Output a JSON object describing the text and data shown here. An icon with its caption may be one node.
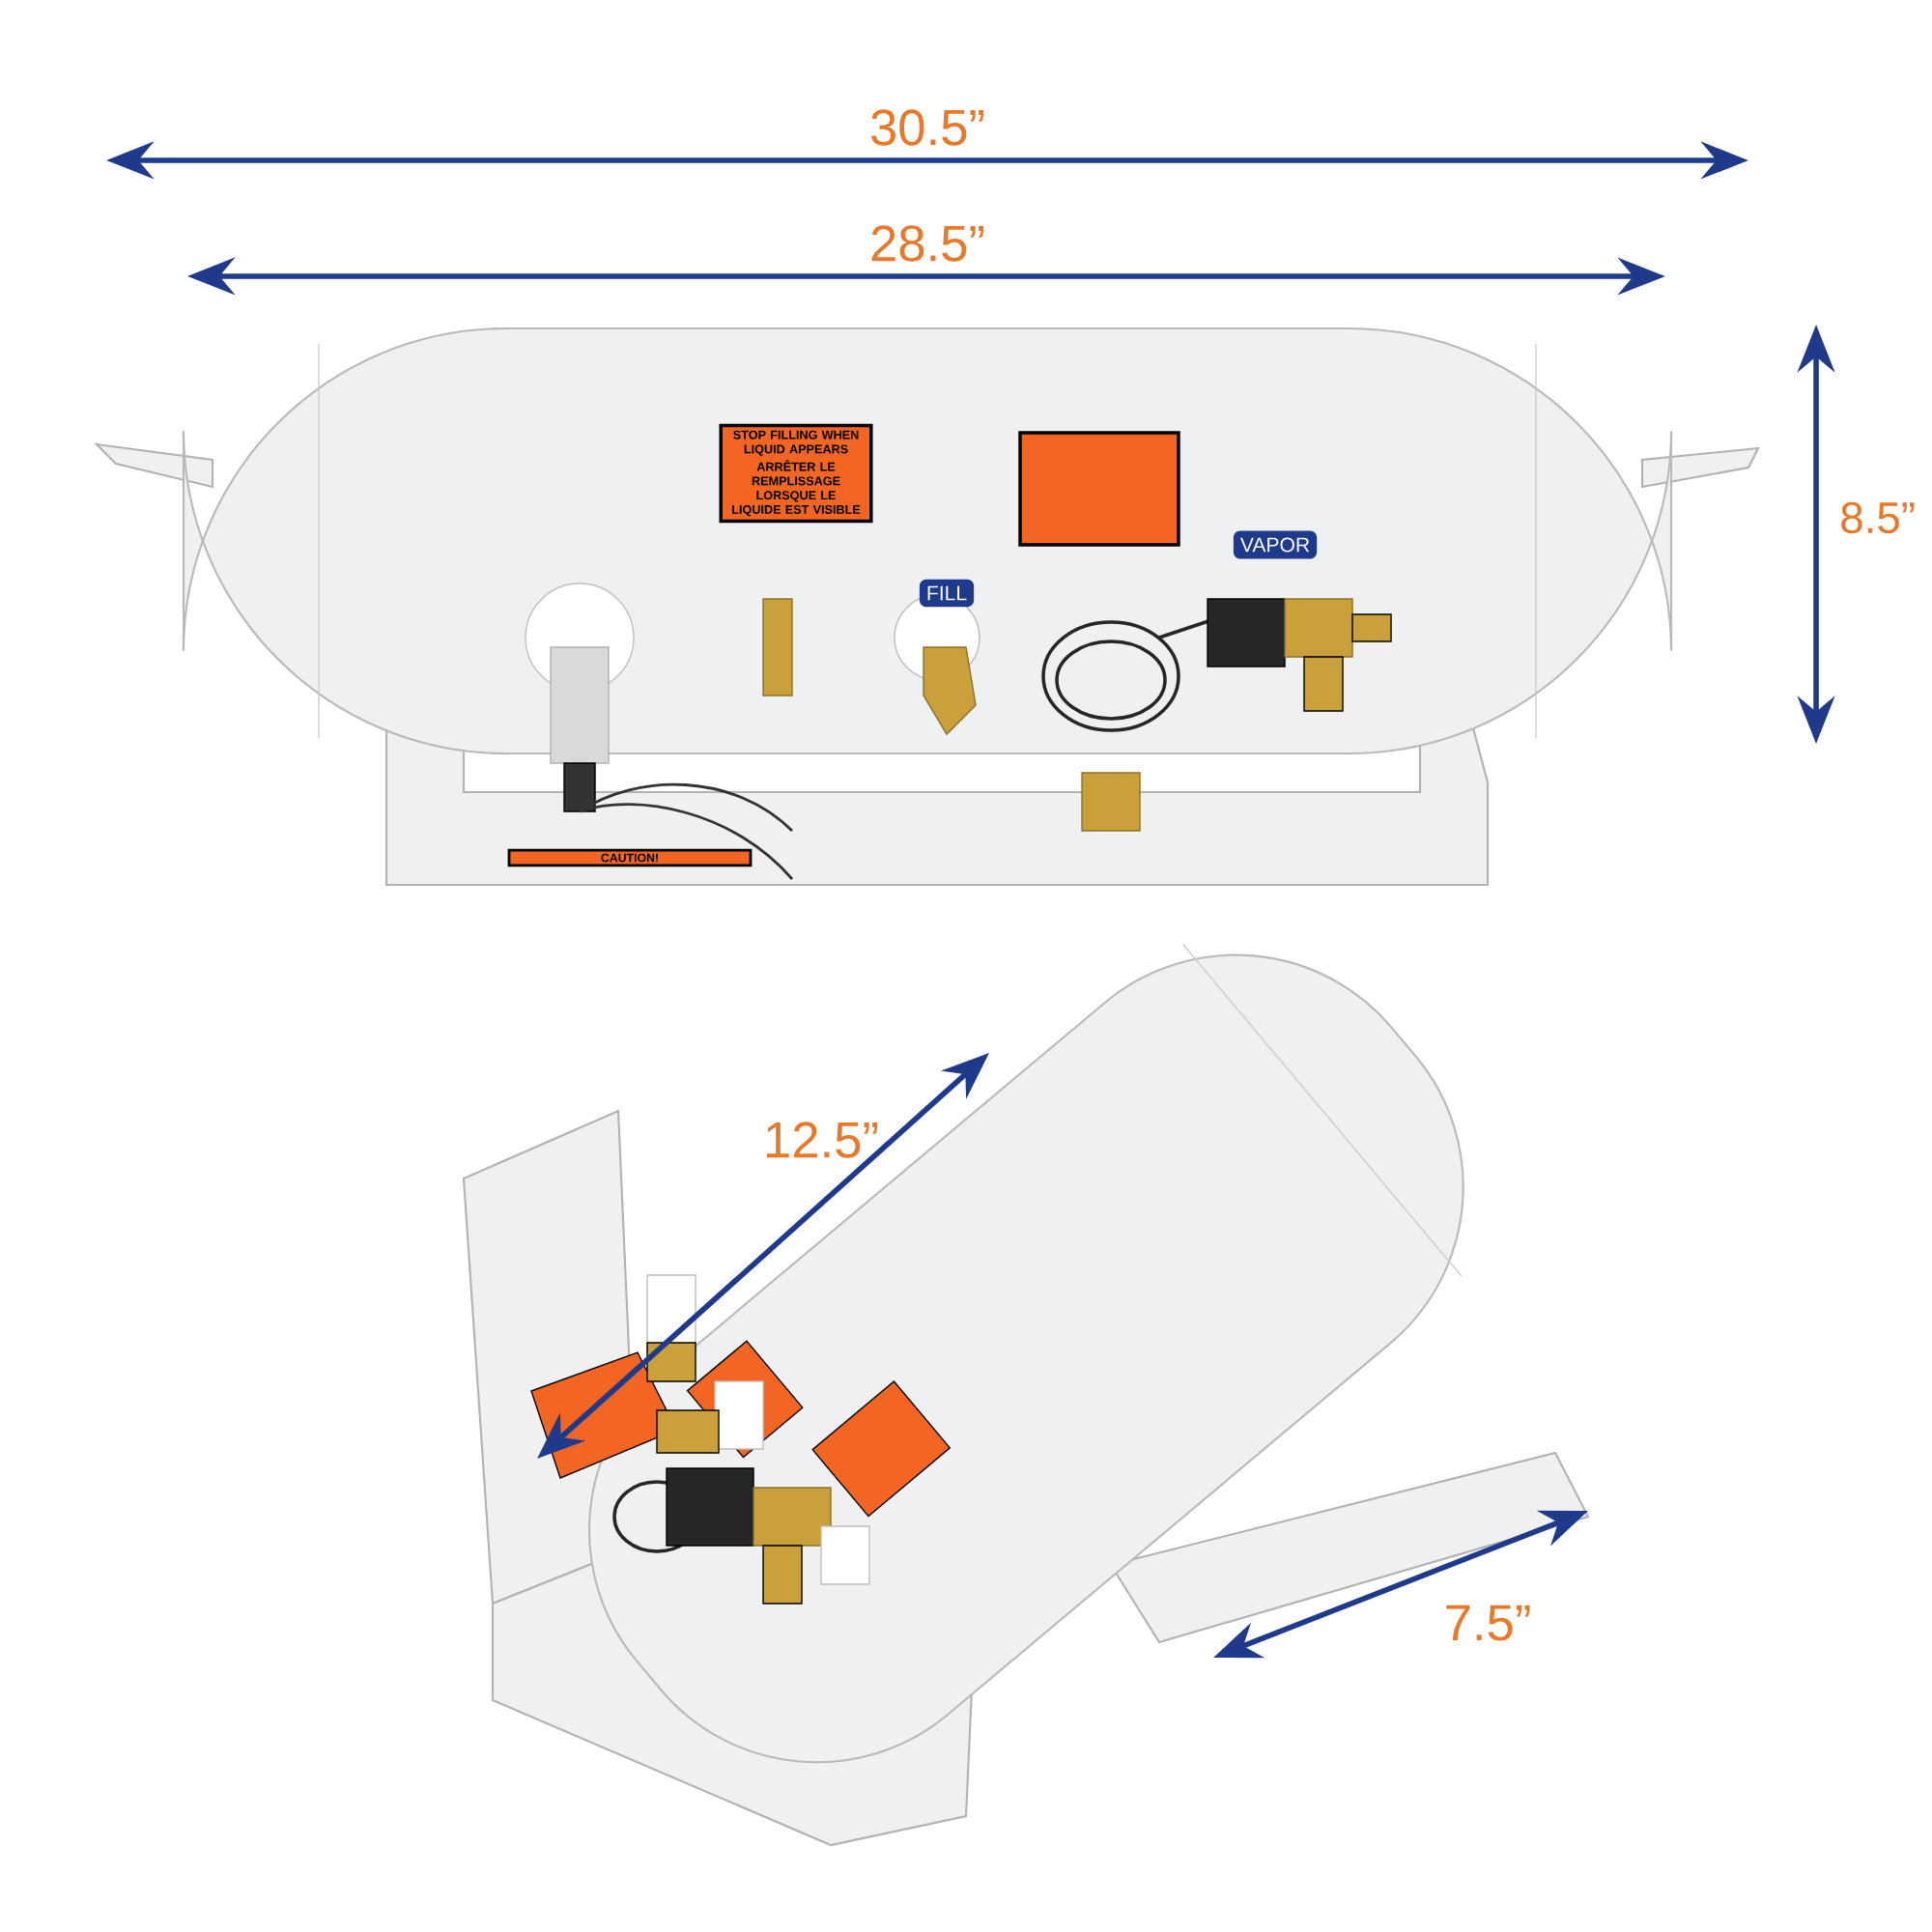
{
  "diagram": {
    "labels": [
      "30.5”",
      "28.5”",
      "8.5”",
      "STOP FILLING WHEN LIQUID APPEARS",
      "ARRÊTER LE REMPLISSAGE LORSQUE LE LIQUIDE EST VISIBLE",
      "FILL",
      "VAPOR",
      "CAUTION!",
      "12.5”",
      "7.5”"
    ]
  }
}
